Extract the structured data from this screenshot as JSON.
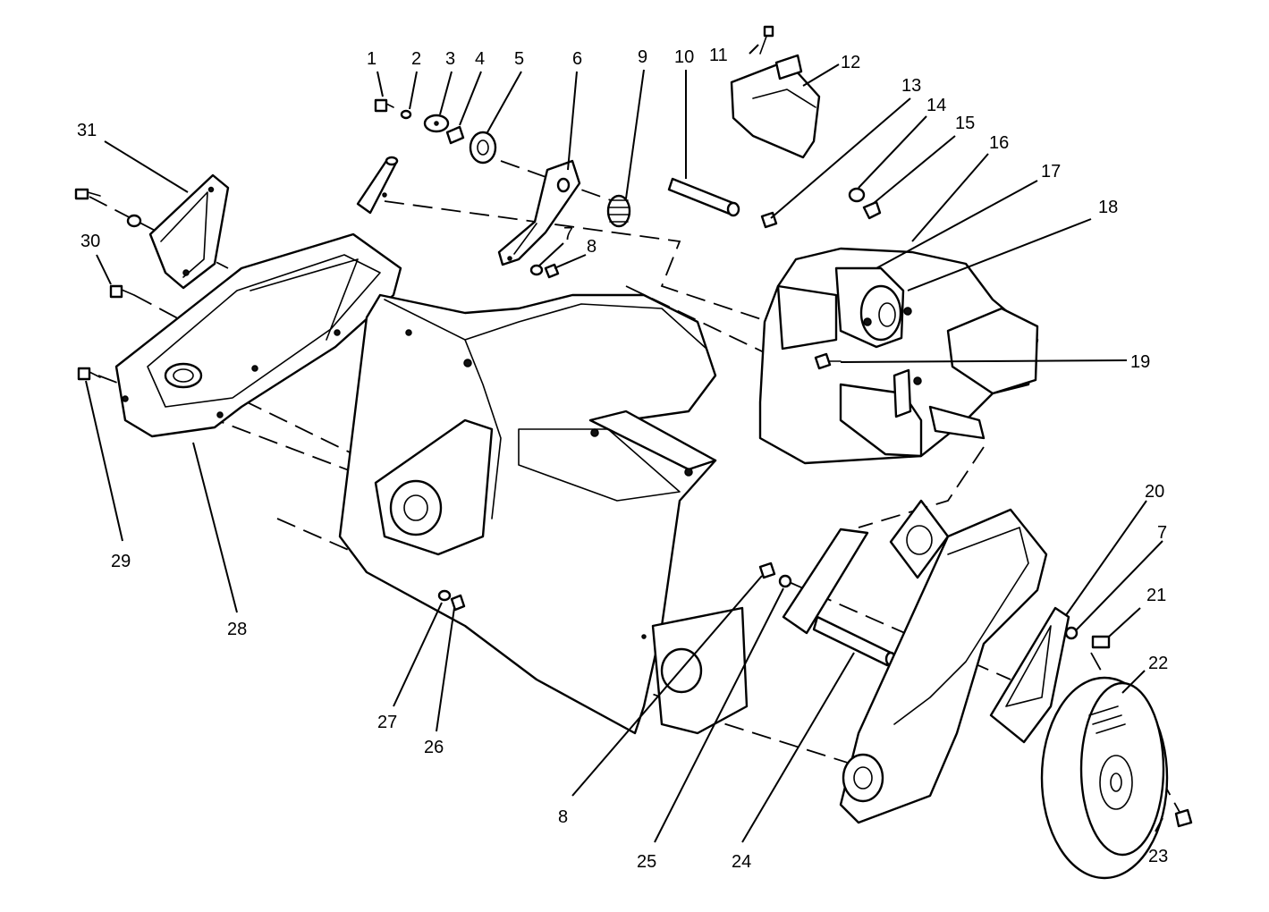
{
  "callouts": {
    "c1": "1",
    "c2": "2",
    "c3": "3",
    "c4": "4",
    "c5": "5",
    "c6": "6",
    "c7a": "7",
    "c8a": "8",
    "c9": "9",
    "c10": "10",
    "c11": "11",
    "c12": "12",
    "c13": "13",
    "c14": "14",
    "c15": "15",
    "c16": "16",
    "c17": "17",
    "c18": "18",
    "c19": "19",
    "c20": "20",
    "c7b": "7",
    "c21": "21",
    "c22": "22",
    "c23": "23",
    "c24": "24",
    "c25": "25",
    "c8b": "8",
    "c26": "26",
    "c27": "27",
    "c28": "28",
    "c29": "29",
    "c30": "30",
    "c31": "31"
  }
}
